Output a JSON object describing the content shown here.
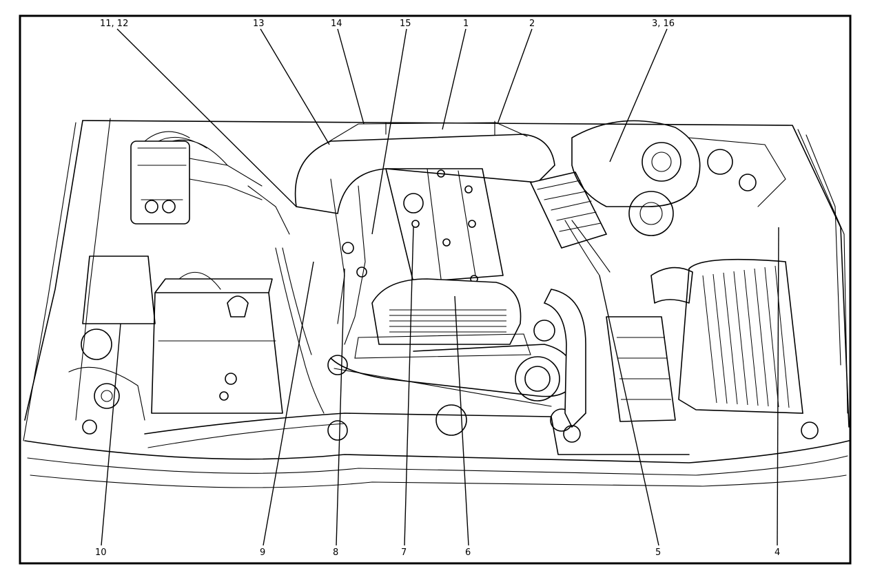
{
  "figure": {
    "top_callouts": [
      {
        "id": "c-11-12",
        "text": "11, 12"
      },
      {
        "id": "c-13",
        "text": "13"
      },
      {
        "id": "c-14",
        "text": "14"
      },
      {
        "id": "c-15",
        "text": "15"
      },
      {
        "id": "c-1",
        "text": "1"
      },
      {
        "id": "c-2",
        "text": "2"
      },
      {
        "id": "c-3-16",
        "text": "3, 16"
      }
    ],
    "bottom_callouts": [
      {
        "id": "c-10",
        "text": "10"
      },
      {
        "id": "c-9",
        "text": "9"
      },
      {
        "id": "c-8",
        "text": "8"
      },
      {
        "id": "c-7",
        "text": "7"
      },
      {
        "id": "c-6",
        "text": "6"
      },
      {
        "id": "c-5",
        "text": "5"
      },
      {
        "id": "c-4",
        "text": "4"
      }
    ]
  }
}
